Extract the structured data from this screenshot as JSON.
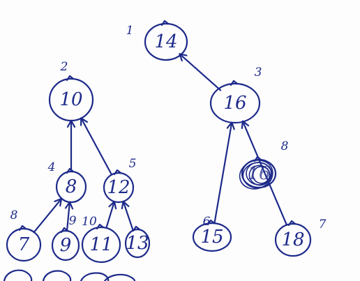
{
  "nodes": [
    {
      "id": "n14",
      "value": "14",
      "index": "1"
    },
    {
      "id": "n10",
      "value": "10",
      "index": "2"
    },
    {
      "id": "n16",
      "value": "16",
      "index": "3"
    },
    {
      "id": "n8",
      "value": "8",
      "index": "4"
    },
    {
      "id": "n12",
      "value": "12",
      "index": "5"
    },
    {
      "id": "n15",
      "value": "15",
      "index": "6"
    },
    {
      "id": "n18",
      "value": "18",
      "index": "7"
    },
    {
      "id": "n7",
      "value": "7",
      "index": "8"
    },
    {
      "id": "n9",
      "value": "9",
      "index": "9"
    },
    {
      "id": "n11",
      "value": "11",
      "index": "10"
    },
    {
      "id": "n13",
      "value": "13",
      "index": ""
    },
    {
      "id": "n16b",
      "value": "16",
      "index": "8",
      "scribbled": true
    }
  ],
  "edges": [
    {
      "from": "n16",
      "to": "n14"
    },
    {
      "from": "n8",
      "to": "n10"
    },
    {
      "from": "n12",
      "to": "n10"
    },
    {
      "from": "n15",
      "to": "n16"
    },
    {
      "from": "n18",
      "to": "n16"
    },
    {
      "from": "n7",
      "to": "n8"
    },
    {
      "from": "n9",
      "to": "n8"
    },
    {
      "from": "n11",
      "to": "n12"
    },
    {
      "from": "n13",
      "to": "n12"
    }
  ]
}
